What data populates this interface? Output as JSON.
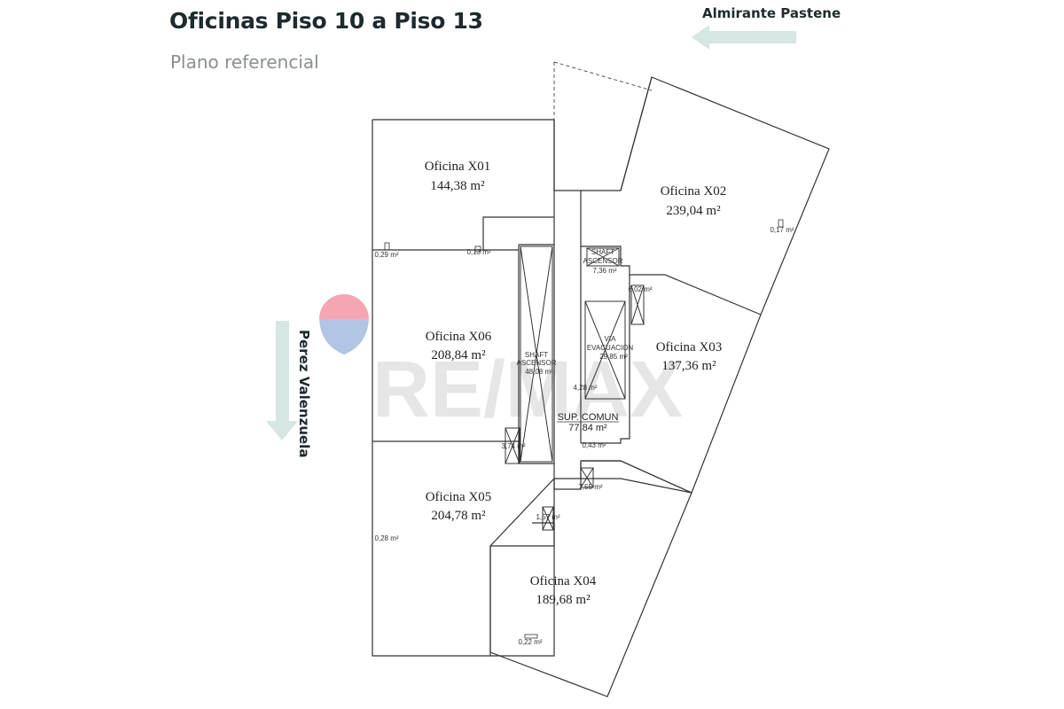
{
  "header": {
    "title": "Oficinas Piso 10 a Piso 13",
    "subtitle": "Plano referencial"
  },
  "streets": {
    "top": "Almirante Pastene",
    "left": "Perez Valenzuela"
  },
  "offices": [
    {
      "name": "Oficina X01",
      "area": "144,38  m²"
    },
    {
      "name": "Oficina X02",
      "area": "239,04  m²"
    },
    {
      "name": "Oficina X03",
      "area": "137,36  m²"
    },
    {
      "name": "Oficina X04",
      "area": "189,68  m²"
    },
    {
      "name": "Oficina X05",
      "area": "204,78  m²"
    },
    {
      "name": "Oficina X06",
      "area": "208,84  m²"
    }
  ],
  "common": {
    "shaft_main": {
      "line1": "SHAFT",
      "line2": "ASCENSOR",
      "area": "48,08 m²"
    },
    "shaft_small": {
      "line1": "SHAFT",
      "line2": "ASCENSOR",
      "area": "7,36 m²"
    },
    "evac": {
      "line1": "VIA",
      "line2": "EVACUACION",
      "area": "29,85 m²"
    },
    "sup_comun": {
      "label": "SUP. COMUN",
      "area": "77,84 m²"
    }
  },
  "small_areas": [
    "0,29 m²",
    "0,13 m²",
    "0,17 m²",
    "6,02 m²",
    "4,28 m²",
    "3,74 m²",
    "0,43 m²",
    "7,55 m²",
    "1,57 m²",
    "0,28 m²",
    "0,22 m²"
  ],
  "watermark": {
    "brand": "RE/MAX"
  },
  "colors": {
    "arrow": "#d5e6e3",
    "title": "#1e2a2e",
    "subtitle": "#8a8f91",
    "lines": "#333333",
    "watermark_red": "#e31837",
    "watermark_blue": "#003da5"
  },
  "icons": {
    "street_arrow": "arrow-left-icon",
    "street_arrow_down": "arrow-down-icon"
  }
}
